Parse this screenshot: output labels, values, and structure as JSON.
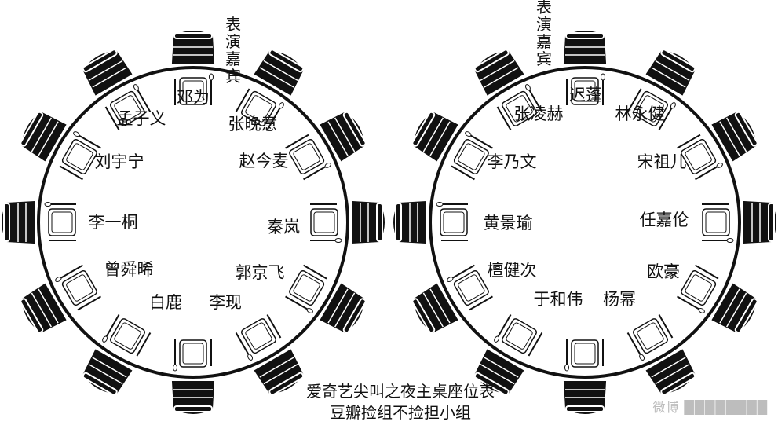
{
  "tables": [
    {
      "guest_label": [
        "表",
        "演",
        "嘉",
        "宾"
      ],
      "seats": [
        {
          "name": "邓为"
        },
        {
          "name": "张晚意"
        },
        {
          "name": "赵今麦"
        },
        {
          "name": "秦岚"
        },
        {
          "name": "郭京飞"
        },
        {
          "name": "李现"
        },
        {
          "name": "白鹿"
        },
        {
          "name": "曾舜晞"
        },
        {
          "name": "李一桐"
        },
        {
          "name": "刘宇宁"
        },
        {
          "name": "孟子义"
        }
      ]
    },
    {
      "guest_label": [
        "表",
        "演",
        "嘉",
        "宾"
      ],
      "seats": [
        {
          "name": "迟蓬"
        },
        {
          "name": "林永健"
        },
        {
          "name": "宋祖儿"
        },
        {
          "name": "任嘉伦"
        },
        {
          "name": "欧豪"
        },
        {
          "name": "杨幂"
        },
        {
          "name": "于和伟"
        },
        {
          "name": "檀健次"
        },
        {
          "name": "黄景瑜"
        },
        {
          "name": "李乃文"
        },
        {
          "name": "张凌赫"
        }
      ]
    }
  ],
  "caption": {
    "line1": "爱奇艺尖叫之夜主桌座位表",
    "line2": "豆瓣捡组不捡担小组"
  },
  "watermark": "微博 ████████"
}
